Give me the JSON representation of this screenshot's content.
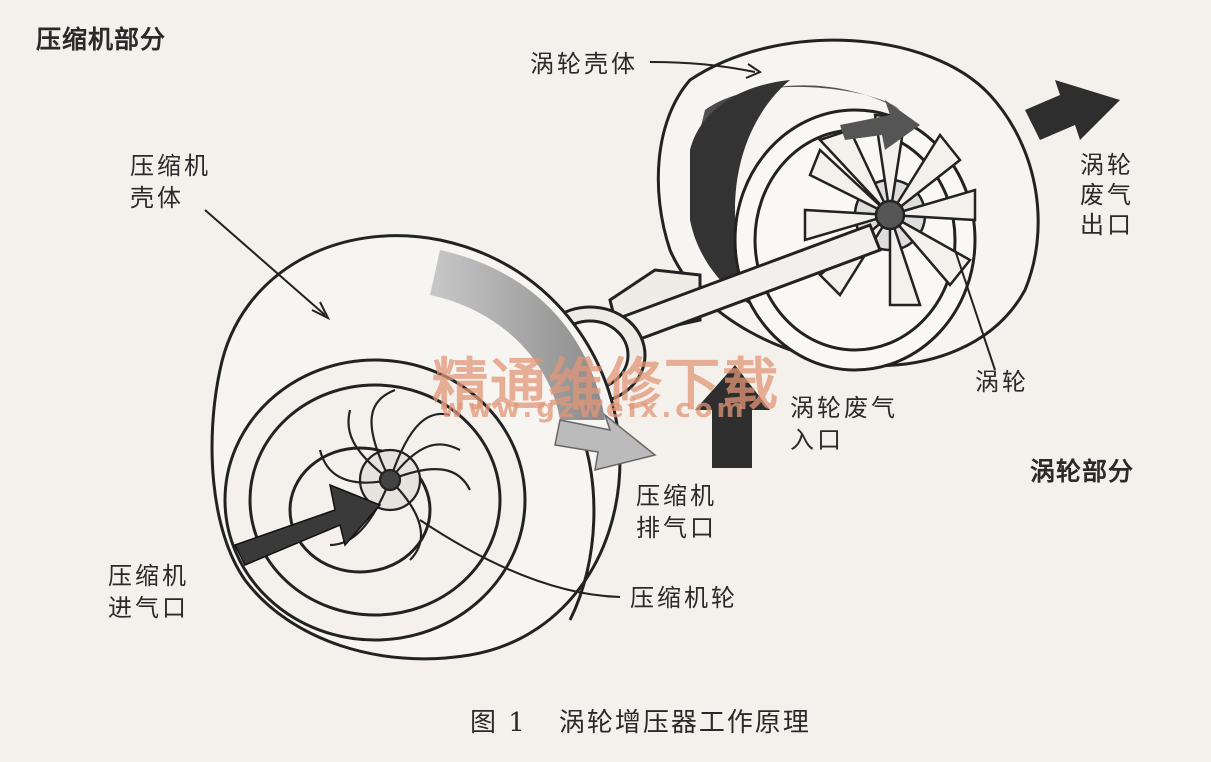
{
  "labels": {
    "compressor_section": "压缩机部分",
    "turbine_housing": "涡轮壳体",
    "compressor_housing_line1": "压缩机",
    "compressor_housing_line2": "壳体",
    "turbine_exhaust_outlet_vertical": [
      "涡轮",
      "废气",
      "出口"
    ],
    "turbine_wheel": "涡轮",
    "turbine_exhaust_inlet_line1": "涡轮废气",
    "turbine_exhaust_inlet_line2": "入口",
    "turbine_section": "涡轮部分",
    "compressor_outlet_line1": "压缩机",
    "compressor_outlet_line2": "排气口",
    "compressor_inlet_line1": "压缩机",
    "compressor_inlet_line2": "进气口",
    "compressor_wheel": "压缩机轮"
  },
  "watermark": {
    "text": "精通维修下载",
    "url": "www.gzweix.com"
  },
  "caption": {
    "figure_number": "图 1",
    "title": "涡轮增压器工作原理"
  }
}
